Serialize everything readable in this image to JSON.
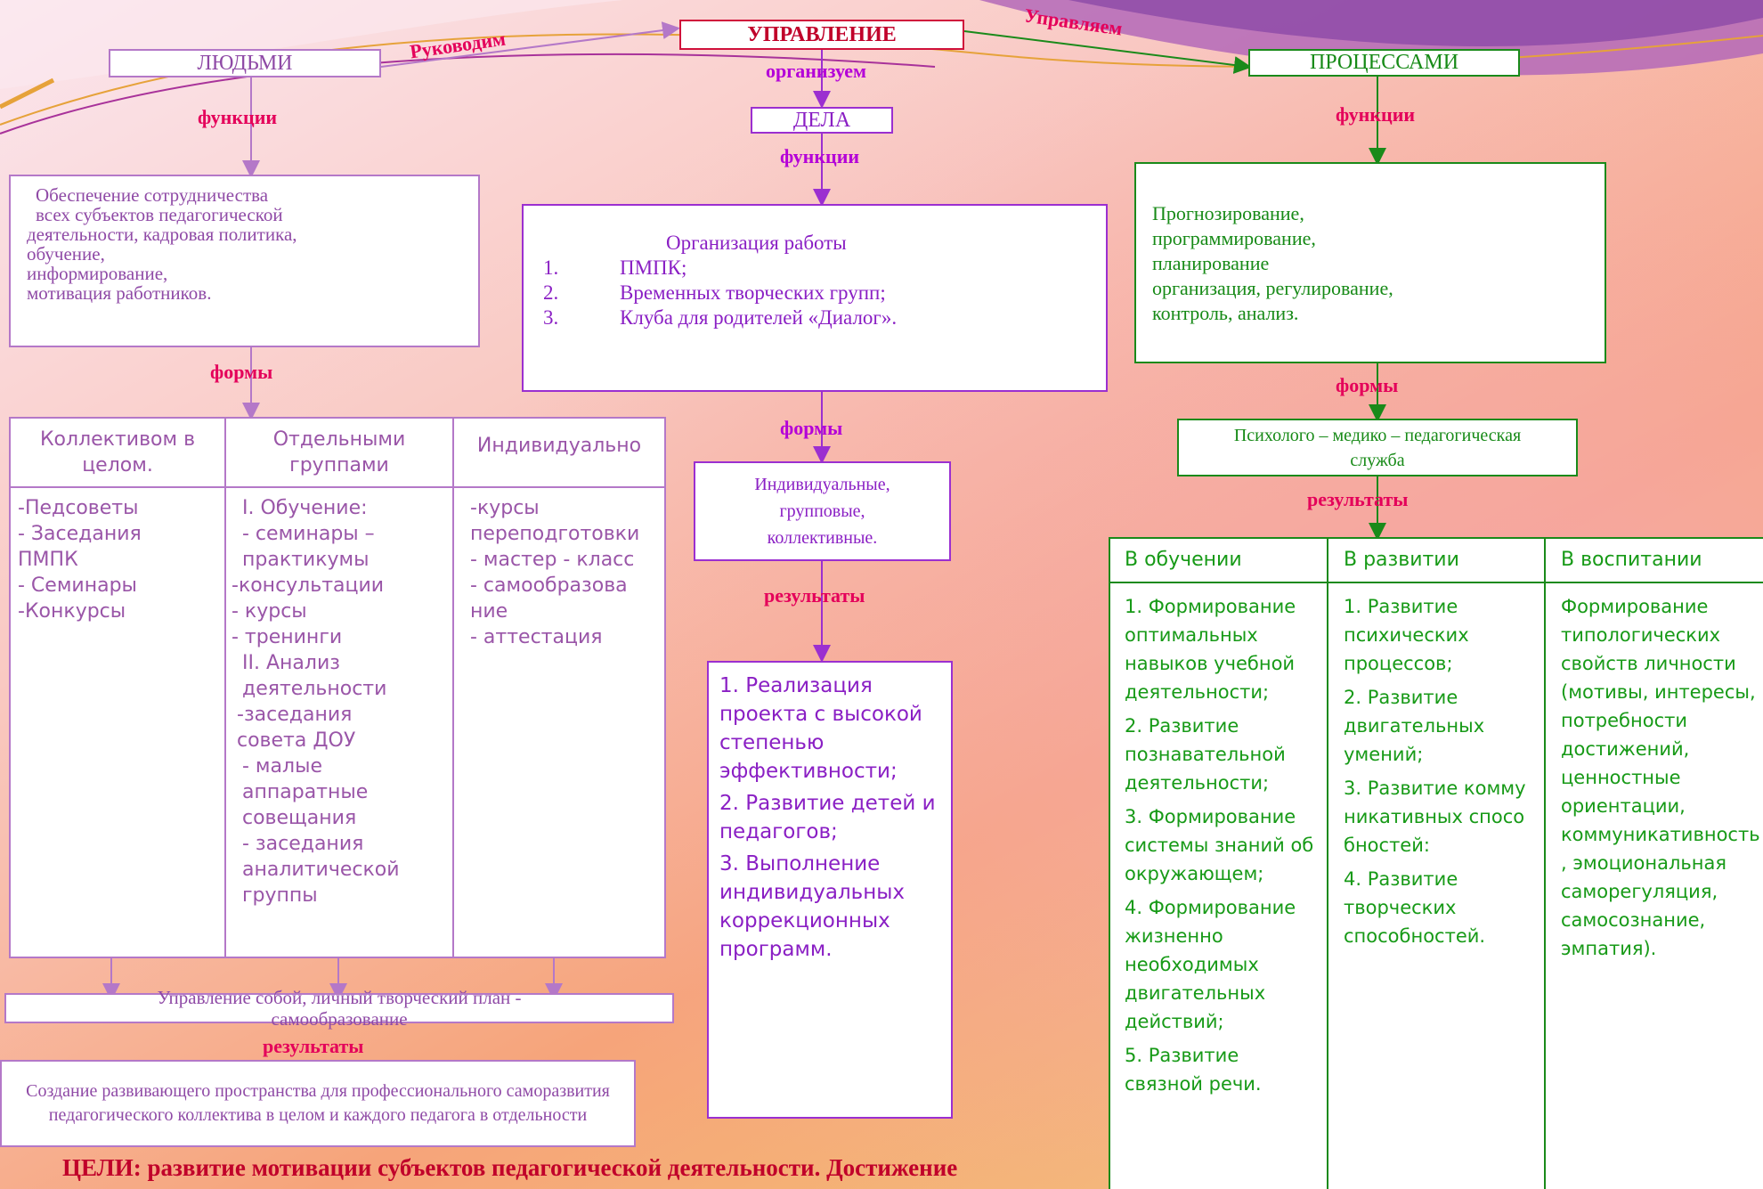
{
  "nodes": {
    "top": "УПРАВЛЕНИЕ",
    "people": "ЛЮДЬМИ",
    "affairs": "ДЕЛА",
    "processes": "ПРОЦЕССАМИ"
  },
  "edges": {
    "lead": "Руководим",
    "manage": "Управляем",
    "organize": "организуем",
    "functions_left": "функции",
    "functions_mid": "функции",
    "functions_right": "функции",
    "forms_left": "формы",
    "forms_mid": "формы",
    "forms_right": "формы",
    "results_left": "результаты",
    "results_mid": "результаты",
    "results_right": "результаты"
  },
  "left": {
    "functions_text": [
      "Обеспечение сотрудничества",
      "всех субъектов педагогической",
      "деятельности, кадровая политика,",
      "обучение,",
      "информирование,",
      "мотивация работников."
    ],
    "table": {
      "headers": [
        "Коллективом в целом.",
        "Отдельными группами",
        "Индивидуально"
      ],
      "col1": [
        "-Педсоветы",
        "- Заседания ПМПК",
        " - Семинары",
        "-Конкурсы"
      ],
      "col2": [
        "I. Обучение:",
        "- семинары – практикумы",
        "-консультации",
        "- курсы",
        "- тренинги",
        "II. Анализ деятельности",
        "-заседания совета ДОУ",
        "- малые аппаратные совещания",
        "- заседания аналитической группы"
      ],
      "col3": [
        "-курсы переподготовки",
        "- мастер -  класс",
        "- самообразование",
        "- аттестация"
      ]
    },
    "self_management": "Управление собой, личный творческий план - самообразование",
    "result_text": "Создание развивающего пространства для профессионального саморазвития педагогического коллектива в целом и каждого педагога в отдельности"
  },
  "middle": {
    "functions_title": "Организация работы",
    "functions_items": [
      "1.\tПМПК;",
      "2.\tВременных творческих групп;",
      "3.\tКлуба для родителей «Диалог»."
    ],
    "forms_text": "Индивидуальные, групповые, коллективные.",
    "results": [
      "1. Реализация проекта с высокой степенью эффективности;",
      "2. Развитие детей и педагогов;",
      "3. Выполнение индивидуальных коррекционных программ."
    ]
  },
  "right": {
    "functions_text": [
      "Прогнозирование,",
      " программирование,",
      "планирование",
      "организация, регулирование,",
      " контроль, анализ."
    ],
    "forms_text": "Психолого – медико – педагогическая служба",
    "table": {
      "headers": [
        "В обучении",
        "В развитии",
        "В воспитании"
      ],
      "col1": [
        "1. Формирование оптимальных навыков учебной деятельности;",
        "2. Развитие познавательной деятельности;",
        "3. Формирование системы знаний об окружающем;",
        "4. Формирование жизненно необходимых двигательных действий;",
        "5. Развитие связной речи."
      ],
      "col2": [
        "1. Развитие психических процессов;",
        "2. Развитие двигательных умений;",
        "3. Развитие коммуникативных способностей:",
        "4. Развитие творческих способностей."
      ],
      "col3": [
        "Формирование типологических свойств личности (мотивы, интересы, потребности достижений, ценностные ориентации, коммуникативность, эмоциональная саморегуляция, самосознание, эмпатия)."
      ]
    }
  },
  "goals": "ЦЕЛИ: развитие мотивации субъектов педагогической деятельности. Достижение",
  "colors": {
    "purple": "#9b2fd0",
    "violet": "#b478c8",
    "red": "#d0113b",
    "green": "#1a8a1a",
    "label_pink": "#e4005a"
  }
}
